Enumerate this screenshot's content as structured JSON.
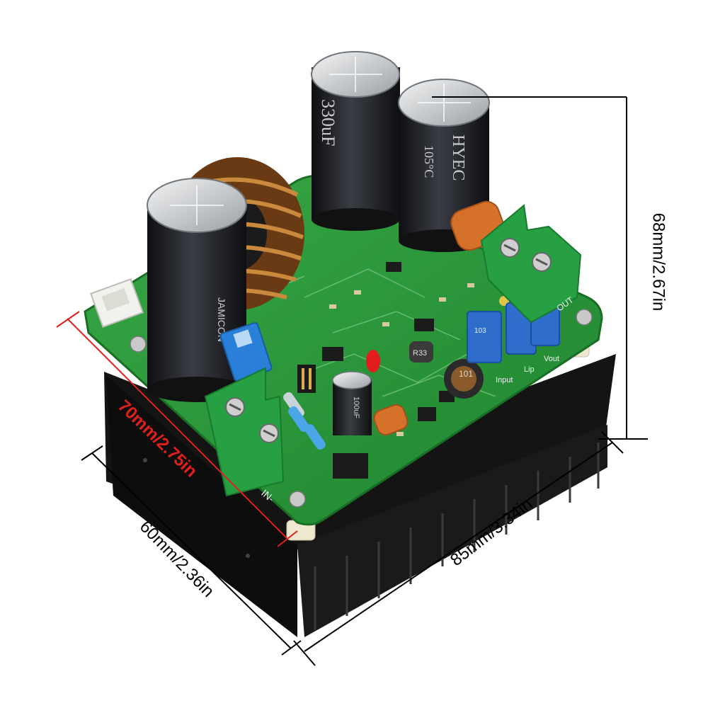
{
  "dimensions": {
    "height": "68mm/2.67in",
    "width": "85mm/3.34in",
    "depth": "60mm/2.36in",
    "diagonal": "70mm/2.75in"
  },
  "board_labels": {
    "cap_left": "JAMICON",
    "cap_top": "330uF",
    "cap_right": "HYEC",
    "cap_right_temp": "105°C",
    "cap_small": "100uF",
    "inductor_small": "101",
    "inductor_tiny": "R33",
    "pot_text": "103",
    "term_in": "IN-",
    "term_out": "OUT",
    "pot_input": "Input",
    "pot_lip": "Lip",
    "pot_vout": "Vout"
  },
  "colors": {
    "pcb": "#2f9b3c",
    "pcb_dark": "#1f7a2b",
    "heatsink": "#121212",
    "terminal": "#26a043",
    "capacitor": "#1c1e22",
    "copper": "#b56a2a",
    "pot": "#2f6dcc",
    "dimension_line": "#000000",
    "diagonal_line": "#e0201a"
  }
}
